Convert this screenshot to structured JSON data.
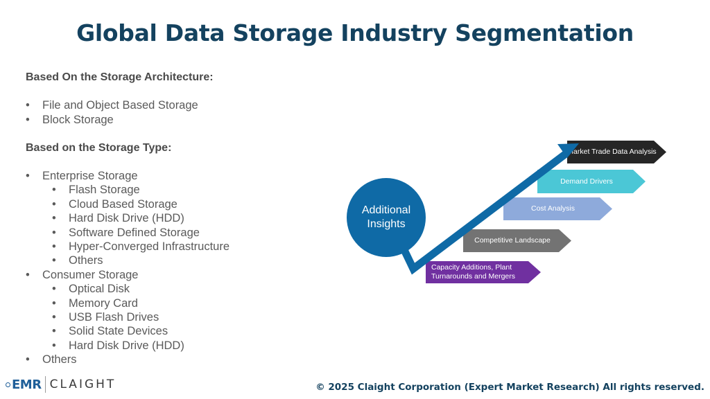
{
  "title": "Global Data Storage Industry Segmentation",
  "segments": {
    "architecture_heading": "Based On the Storage Architecture:",
    "architecture_items": [
      "File and Object Based Storage",
      "Block Storage"
    ],
    "type_heading": "Based on the Storage Type:",
    "enterprise": {
      "label": "Enterprise Storage",
      "children": [
        "Flash Storage",
        "Cloud Based Storage",
        "Hard Disk Drive (HDD)",
        "Software Defined Storage",
        "Hyper-Converged Infrastructure",
        "Others"
      ]
    },
    "consumer": {
      "label": "Consumer Storage",
      "children": [
        "Optical Disk",
        "Memory Card",
        "USB Flash Drives",
        "Solid State Devices",
        "Hard Disk Drive (HDD)"
      ]
    },
    "others": "Others"
  },
  "insights": {
    "circle_label_line1": "Additional",
    "circle_label_line2": "Insights",
    "items": [
      {
        "label": "Capacity Additions, Plant Turnarounds and Mergers",
        "color": "#7030a0"
      },
      {
        "label": "Competitive Landscape",
        "color": "#737373"
      },
      {
        "label": "Cost Analysis",
        "color": "#8eaadb"
      },
      {
        "label": "Demand Drivers",
        "color": "#4bc7d6"
      },
      {
        "label": "Market Trade Data Analysis",
        "color": "#262626"
      }
    ],
    "arrow_color": "#0f6aa6",
    "circle_color": "#0f6aa6"
  },
  "footer": {
    "logo_emr": "EMR",
    "logo_claight": "CLAIGHT",
    "copyright": "© 2025 Claight Corporation (Expert Market Research) All rights reserved."
  }
}
